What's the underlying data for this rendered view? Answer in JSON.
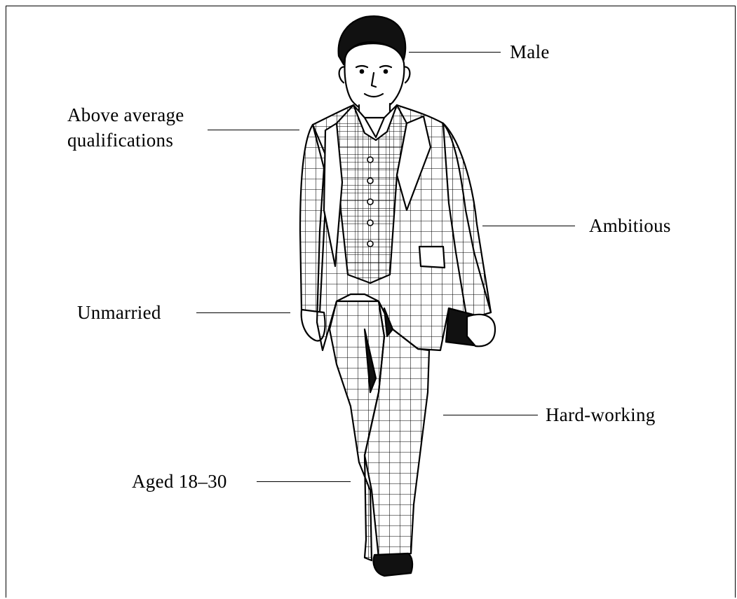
{
  "labels": {
    "male": "Male",
    "qualifications_line1": "Above average",
    "qualifications_line2": "qualifications",
    "ambitious": "Ambitious",
    "unmarried": "Unmarried",
    "hard_working": "Hard-working",
    "aged": "Aged 18–30"
  },
  "colors": {
    "ink": "#000000",
    "paper": "#ffffff"
  }
}
